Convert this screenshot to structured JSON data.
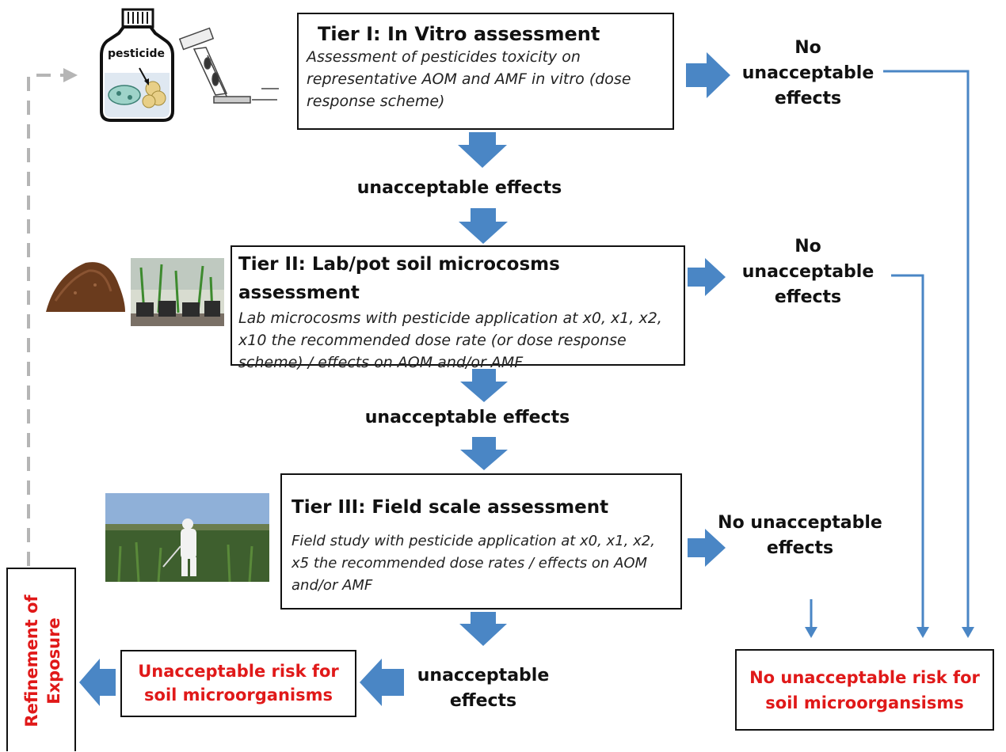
{
  "tier1": {
    "title": "Tier I: In Vitro assessment",
    "desc": "Assessment of pesticides toxicity on representative AOM and AMF in vitro (dose response scheme)"
  },
  "tier2": {
    "title": "Tier II: Lab/pot soil microcosms assessment",
    "desc": "Lab microcosms with pesticide application at x0, x1, x2, x10 the recommended dose rate (or dose response scheme) / effects on AOM and/or AMF"
  },
  "tier3": {
    "title": "Tier III: Field scale assessment",
    "desc": "Field study with pesticide application at x0, x1, x2, x5 the recommended dose rates / effects on AOM and/or AMF"
  },
  "outcomes": {
    "no_effects_1": "No unacceptable effects",
    "no_effects_2": "No unacceptable effects",
    "no_effects_3": "No unacceptable effects",
    "effects_1": "unacceptable effects",
    "effects_2": "unacceptable effects",
    "effects_3": "unacceptable effects"
  },
  "results": {
    "unacceptable_risk": "Unacceptable risk for soil microorganisms",
    "no_unacceptable_risk": "No unacceptable risk for soil microorgansisms",
    "refinement": "Refinement of Exposure"
  },
  "illustrations": {
    "bottle_label": "pesticide"
  },
  "colors": {
    "arrow_blue": "#4a86c5",
    "risk_red": "#e01919",
    "dashed_grey": "#b5b5b5"
  }
}
